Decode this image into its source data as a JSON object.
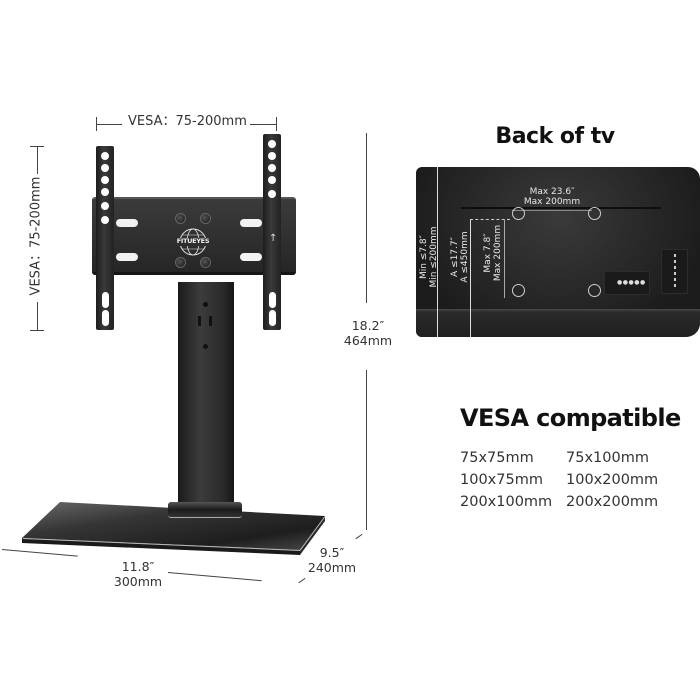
{
  "diagram": {
    "type": "product-dimension-diagram",
    "subject": "Tabletop swivel TV stand with VESA mount"
  },
  "stand": {
    "brand_logo": "FITUEYES",
    "dimensions": {
      "vesa_horizontal": "VESA：75-200mm",
      "vesa_vertical": "VESA：75-200mm",
      "height_in": "18.2″",
      "height_mm": "464mm",
      "width_in": "11.8″",
      "width_mm": "300mm",
      "depth_in": "9.5″",
      "depth_mm": "240mm"
    }
  },
  "back_of_tv": {
    "title": "Back of  tv",
    "labels": {
      "max_width_in": "Max 23.6″",
      "max_width_mm": "Max 200mm",
      "min_height_in": "Min ≤7.8″",
      "min_height_mm": "Min ≤200mm",
      "a_in": "A ≤17.7″",
      "a_mm": "A ≤450mm",
      "max_height_in": "Max 7.8″",
      "max_height_mm": "Max 200mm"
    }
  },
  "vesa_compatible": {
    "title": "VESA compatible",
    "sizes": [
      "75x75mm",
      "75x100mm",
      "100x75mm",
      "100x200mm",
      "200x100mm",
      "200x200mm"
    ]
  },
  "colors": {
    "stand_black": "#2a2a2a",
    "tv_back": "#262626",
    "text": "#333333",
    "title": "#111111"
  }
}
